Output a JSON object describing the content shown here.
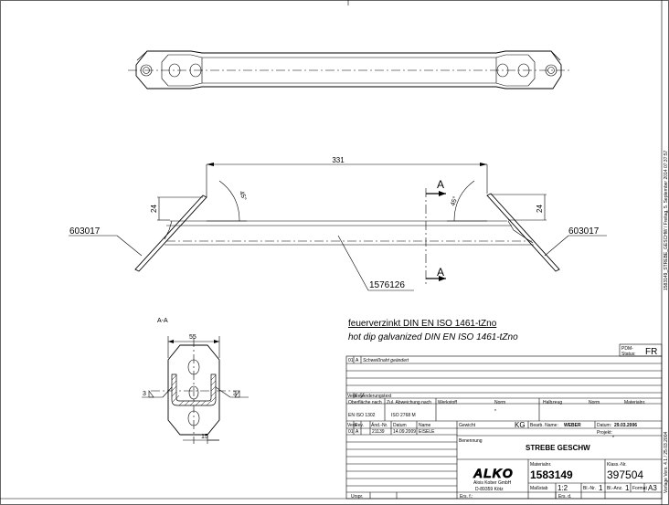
{
  "coating": {
    "line_de": "feuerverzinkt DIN EN ISO 1461-tZno",
    "line_en": "hot dip galvanized DIN EN ISO 1461-tZno"
  },
  "dimensions": {
    "length": "331",
    "height_left": "24",
    "height_right": "24",
    "angle_left": "45°",
    "angle_right": "45°",
    "width_section": "55",
    "width_bottom": "15",
    "weld_left": "3",
    "weld_right": "3"
  },
  "parts": {
    "left_part": "603017",
    "right_part": "603017",
    "center_part": "1576126"
  },
  "section": {
    "label": "A",
    "view_label": "A-A"
  },
  "side_text": "1583149_STREBE_GESCHW / Freitag, 5. September 2014 07:37:57",
  "side_text_small": "Vorlage Vers. 4.1 / 25.03.2004",
  "title_block": {
    "pdm_label_1": "PDM-",
    "pdm_label_2": "Status:",
    "pdm_value": "FR",
    "row1_idx": "01",
    "row1_rev": "A",
    "row1_text": "Schweißnaht geändert",
    "change_header": [
      "Vers.",
      "Rev.",
      "Änderungstext"
    ],
    "surface_label": "Oberfläche nach",
    "surface_value": "EN ISO 1302",
    "tolerance_label": "Zul. Abweichung nach",
    "tolerance_value": "ISO 2768 M",
    "material_label": "Werkstoff",
    "norm_label": "Norm",
    "norm_value": "*",
    "semi_label": "Halbzeug",
    "semi_norm_label": "Norm",
    "mat_no_label": "Materialnr.",
    "hist_header": [
      "Vers.",
      "Rev.",
      "Änd.-Nr.",
      "Datum",
      "Name"
    ],
    "hist_row": [
      "01",
      "A",
      "21139",
      "14.09.2009",
      "EISELE"
    ],
    "weight_label": "Gewicht",
    "weight_unit": "KG",
    "editor_label": "Bearb. Name:",
    "editor_value": "WEBER",
    "date_label": "Datum:",
    "date_value": "29.03.2006",
    "project_label": "Projekt:",
    "project_value": "*",
    "designation_label": "Benennung",
    "designation_value": "STREBE GESCHW",
    "company_logo": "ALKO",
    "company_name": "Alois Kober GmbH",
    "company_address": "D-89359 Kötz",
    "material_no_label": "Materialnr.",
    "material_no_value": "1583149",
    "class_no_label": "Klass.-Nr.",
    "class_no_value": "397504",
    "scale_label": "Maßstab",
    "scale_value": "1:2",
    "sheet_no_label": "Bl.-Nr.",
    "sheet_no_value": "1",
    "sheet_count_label": "Bl.-Anz.",
    "sheet_count_value": "1",
    "format_label": "Format",
    "format_value": "A3",
    "origin_label": "Urspr.",
    "replaced_label": "Ers. f.:",
    "replaced_by_label": "Ers. d."
  }
}
